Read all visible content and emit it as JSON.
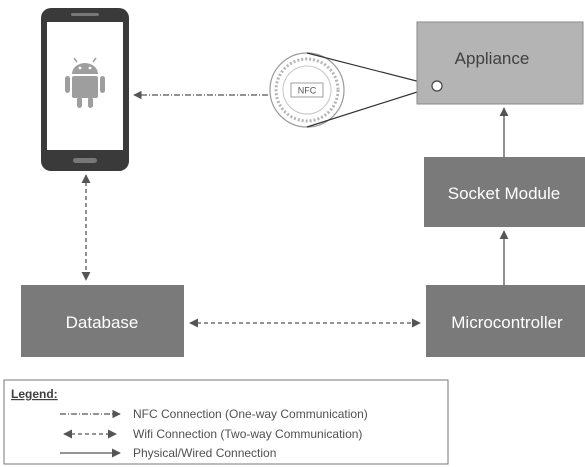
{
  "nodes": {
    "appliance": "Appliance",
    "socket_module": "Socket Module",
    "microcontroller": "Microcontroller",
    "database": "Database",
    "nfc_tag": "NFC"
  },
  "legend": {
    "title": "Legend:",
    "items": [
      {
        "style": "dash-dot",
        "label": "NFC Connection (One-way Communication)"
      },
      {
        "style": "dashed",
        "label": "Wifi Connection (Two-way Communication)"
      },
      {
        "style": "solid",
        "label": "Physical/Wired Connection"
      }
    ]
  },
  "colors": {
    "box_fill": "#7a7a7a",
    "appliance_fill": "#b4b4b4",
    "phone_body": "#3a3a3a",
    "arrow": "#555555"
  }
}
